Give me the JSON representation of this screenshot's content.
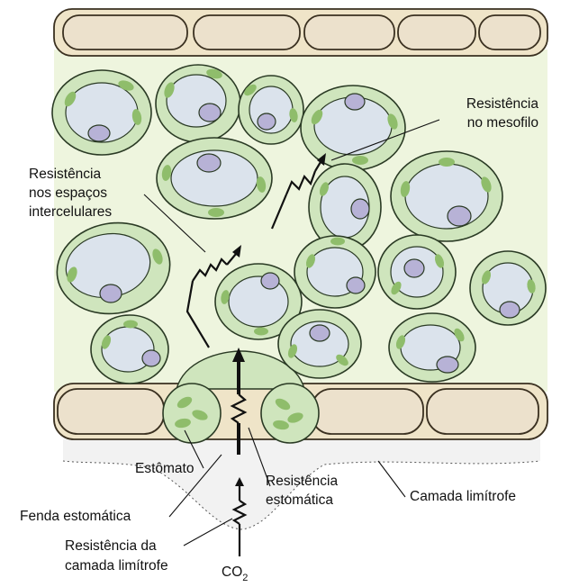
{
  "labels": {
    "resist_mesofilo_l1": "Resistência",
    "resist_mesofilo_l2": "no mesofilo",
    "resist_espacos_l1": "Resistência",
    "resist_espacos_l2": "nos espaços",
    "resist_espacos_l3": "intercelulares",
    "estomato": "Estômato",
    "resist_estomatica_l1": "Resistência",
    "resist_estomatica_l2": "estomática",
    "camada_limitrofe": "Camada limítrofe",
    "fenda_estomatica": "Fenda estomática",
    "resist_camada_l1": "Resistência da",
    "resist_camada_l2": "camada limítrofe",
    "co2_main": "CO",
    "co2_sub": "2"
  },
  "colors": {
    "mesophyll_background": "#eef5de",
    "cell_wall": "#cfe5bd",
    "vacuole": "#dbe3ec",
    "nucleus": "#b7b2d6",
    "chloroplast": "#8fbd6b",
    "epidermis": "#ece1cc",
    "boundary_layer": "#f2f2f2"
  }
}
